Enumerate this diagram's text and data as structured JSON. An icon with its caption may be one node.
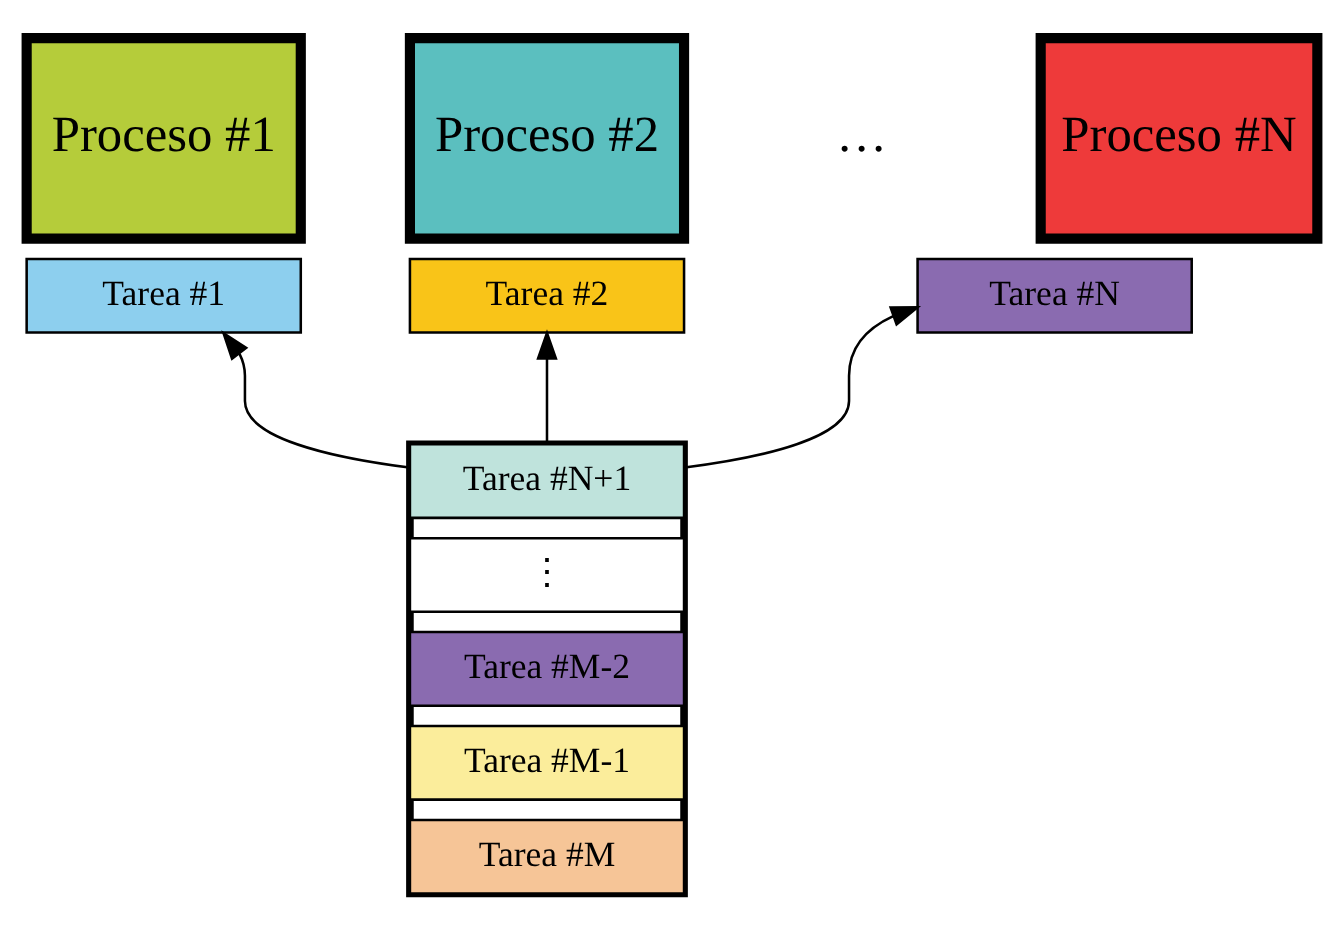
{
  "diagram": {
    "nodes": [
      {
        "text": [
          "Proceso #1"
        ]
      },
      {
        "text": [
          "Tarea #1"
        ]
      },
      {
        "text": [
          "Proceso #2"
        ]
      },
      {
        "text": [
          "Tarea #2"
        ]
      },
      {
        "text": [
          "Proceso #N"
        ]
      },
      {
        "text": [
          "Tarea #N"
        ]
      },
      {
        "text": [],
        "shape": "box"
      },
      {
        "text": [
          "Tarea #N+1"
        ],
        "in": 6
      },
      {
        "text": [
          "⋮"
        ],
        "in": 6
      },
      {
        "text": [
          "Tarea #M-2"
        ],
        "in": 6
      },
      {
        "text": [
          "Tarea #M-1"
        ],
        "in": 6
      },
      {
        "text": [
          "Tarea #M"
        ],
        "in": 6
      }
    ],
    "edges": [
      {
        "from": 7,
        "to": 1,
        "arrow": "to"
      },
      {
        "from": 7,
        "to": 3,
        "arrow": "to"
      },
      {
        "from": 7,
        "to": 5,
        "arrow": "to"
      }
    ],
    "labels": [
      "…"
    ]
  }
}
